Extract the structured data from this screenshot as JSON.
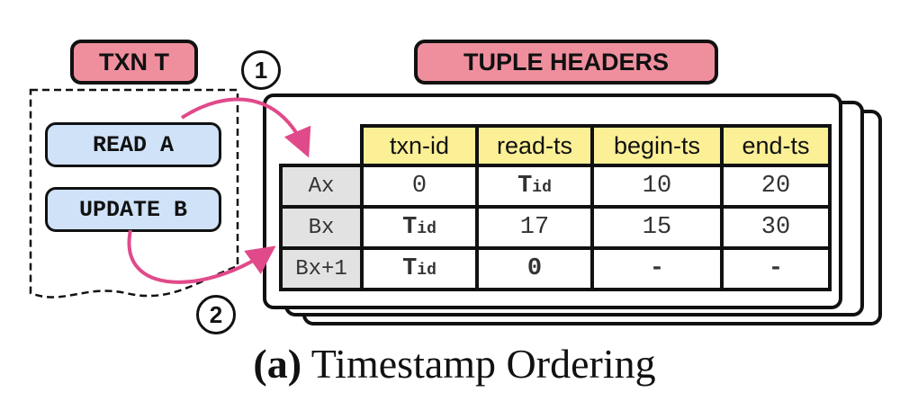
{
  "txn": {
    "title": "TXN T",
    "operations": [
      "READ A",
      "UPDATE B"
    ]
  },
  "tuple_headers": {
    "title": "TUPLE HEADERS",
    "columns": [
      "txn-id",
      "read-ts",
      "begin-ts",
      "end-ts"
    ],
    "rows": [
      {
        "label": "Ax",
        "cells": [
          {
            "main": "0",
            "sub": "",
            "style": "plain"
          },
          {
            "main": "T",
            "sub": "id",
            "style": "tid"
          },
          {
            "main": "10",
            "sub": "",
            "style": "plain"
          },
          {
            "main": "20",
            "sub": "",
            "style": "plain"
          }
        ]
      },
      {
        "label": "Bx",
        "cells": [
          {
            "main": "T",
            "sub": "id",
            "style": "tid"
          },
          {
            "main": "17",
            "sub": "",
            "style": "plain"
          },
          {
            "main": "15",
            "sub": "",
            "style": "plain"
          },
          {
            "main": "30",
            "sub": "",
            "style": "plain"
          }
        ]
      },
      {
        "label": "Bx+1",
        "cells": [
          {
            "main": "T",
            "sub": "id",
            "style": "tid"
          },
          {
            "main": "0",
            "sub": "",
            "style": "green"
          },
          {
            "main": "-",
            "sub": "",
            "style": "green"
          },
          {
            "main": "-",
            "sub": "",
            "style": "green"
          }
        ]
      }
    ]
  },
  "steps": [
    "1",
    "2"
  ],
  "caption": {
    "prefix": "(a)",
    "text": "Timestamp Ordering"
  },
  "colors": {
    "title_pill": "#ef8f9e",
    "operation": "#cfe2f8",
    "column_header": "#fbf096",
    "row_label": "#e2e2e2",
    "tid_green": "#3a7d22",
    "arrow": "#e04a8a"
  }
}
